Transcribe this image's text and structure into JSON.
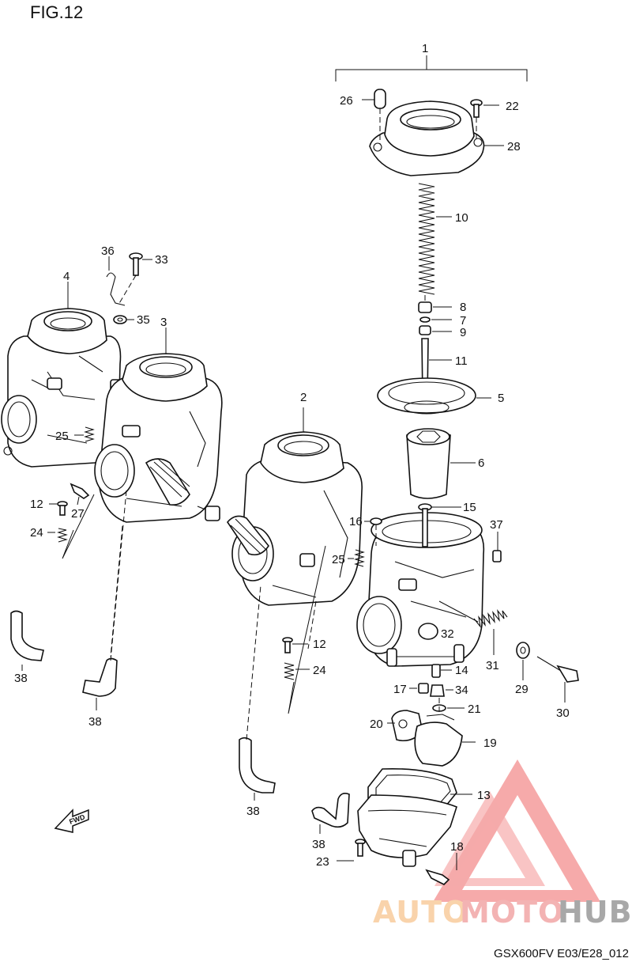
{
  "figure": {
    "title": "FIG.12",
    "footer_code": "GSX600FV E03/E28_012",
    "fwd_label": "FWD"
  },
  "part_numbers": [
    "1",
    "2",
    "3",
    "4",
    "5",
    "6",
    "7",
    "8",
    "9",
    "10",
    "11",
    "12",
    "13",
    "14",
    "15",
    "16",
    "17",
    "18",
    "19",
    "20",
    "21",
    "22",
    "23",
    "24",
    "25",
    "26",
    "27",
    "28",
    "29",
    "30",
    "31",
    "32",
    "33",
    "34",
    "35",
    "36",
    "37",
    "38"
  ],
  "callouts": {
    "c1": "1",
    "c2": "2",
    "c3": "3",
    "c4": "4",
    "c5": "5",
    "c6": "6",
    "c7": "7",
    "c8": "8",
    "c9": "9",
    "c10": "10",
    "c11": "11",
    "c12a": "12",
    "c12b": "12",
    "c13": "13",
    "c14": "14",
    "c15": "15",
    "c16": "16",
    "c17": "17",
    "c18": "18",
    "c19": "19",
    "c20": "20",
    "c21": "21",
    "c22": "22",
    "c23": "23",
    "c24a": "24",
    "c24b": "24",
    "c25a": "25",
    "c25b": "25",
    "c26": "26",
    "c27": "27",
    "c28": "28",
    "c29": "29",
    "c30": "30",
    "c31": "31",
    "c32": "32",
    "c33": "33",
    "c34": "34",
    "c35": "35",
    "c36": "36",
    "c37": "37",
    "c38a": "38",
    "c38b": "38",
    "c38c": "38",
    "c38d": "38"
  },
  "watermark": {
    "text_a": "AUTO",
    "text_b": "MOTO",
    "text_c": "HUB",
    "colors": {
      "auto": "#f7c58f",
      "moto": "#f09a9a",
      "hub": "#8c8c8c",
      "triangle": "#f07070"
    }
  }
}
